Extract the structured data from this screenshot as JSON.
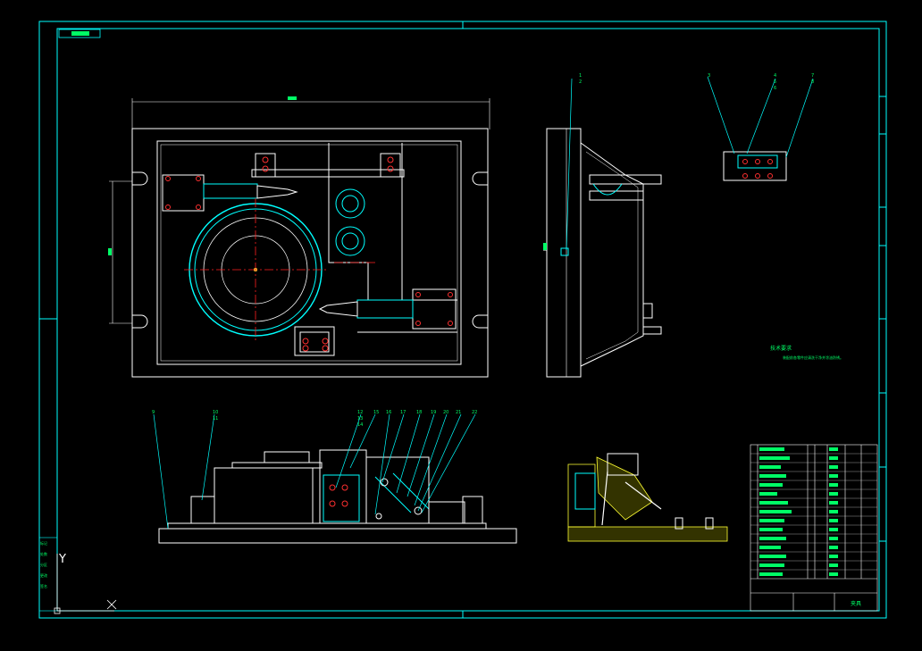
{
  "drawing": {
    "title_tag": "装配图",
    "part_numbers_top": [
      "1",
      "2",
      "3",
      "4",
      "5",
      "6",
      "7",
      "8"
    ],
    "part_numbers_front": [
      "9",
      "10",
      "11",
      "12",
      "13",
      "14",
      "15",
      "16",
      "17",
      "18",
      "19",
      "20",
      "21",
      "22"
    ],
    "tech_req_title": "技术要求",
    "tech_req_text": "装配前各零件应清洗干净并涂油防锈。",
    "axis_y": "Y",
    "axis_x": "X",
    "title_block_label": "夹具",
    "left_table_labels": [
      "标记",
      "处数",
      "分区",
      "更改",
      "签名"
    ]
  },
  "colors": {
    "background": "#000000",
    "frame": "#00ffff",
    "geometry": "#ffffff",
    "text": "#00ff66",
    "centerline": "#ff2020",
    "hatch": "#ffff33",
    "bolt": "#ff3030"
  }
}
